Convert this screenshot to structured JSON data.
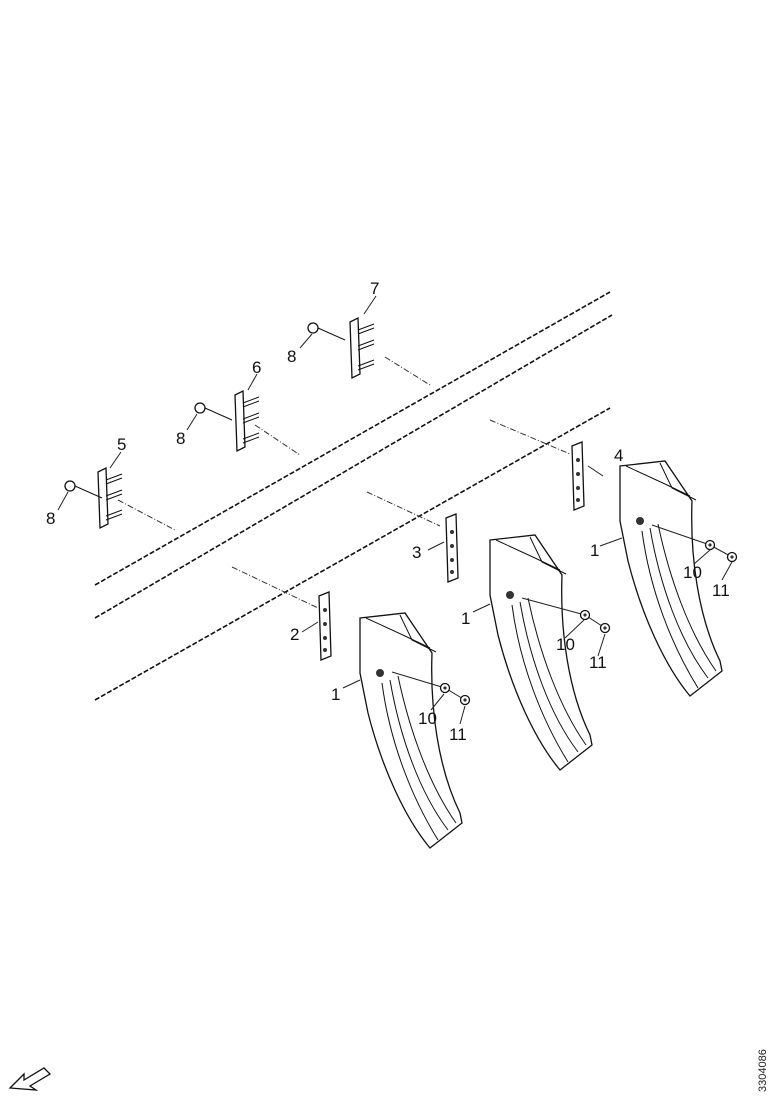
{
  "callouts": {
    "c1a": "1",
    "c1b": "1",
    "c1c": "1",
    "c2": "2",
    "c3": "3",
    "c4": "4",
    "c5": "5",
    "c6": "6",
    "c7": "7",
    "c8a": "8",
    "c8b": "8",
    "c8c": "8",
    "c10a": "10",
    "c10b": "10",
    "c10c": "10",
    "c11a": "11",
    "c11b": "11",
    "c11c": "11"
  },
  "drawing_id": "3304086",
  "icons": {
    "orientation": "direction-arrow-icon"
  }
}
